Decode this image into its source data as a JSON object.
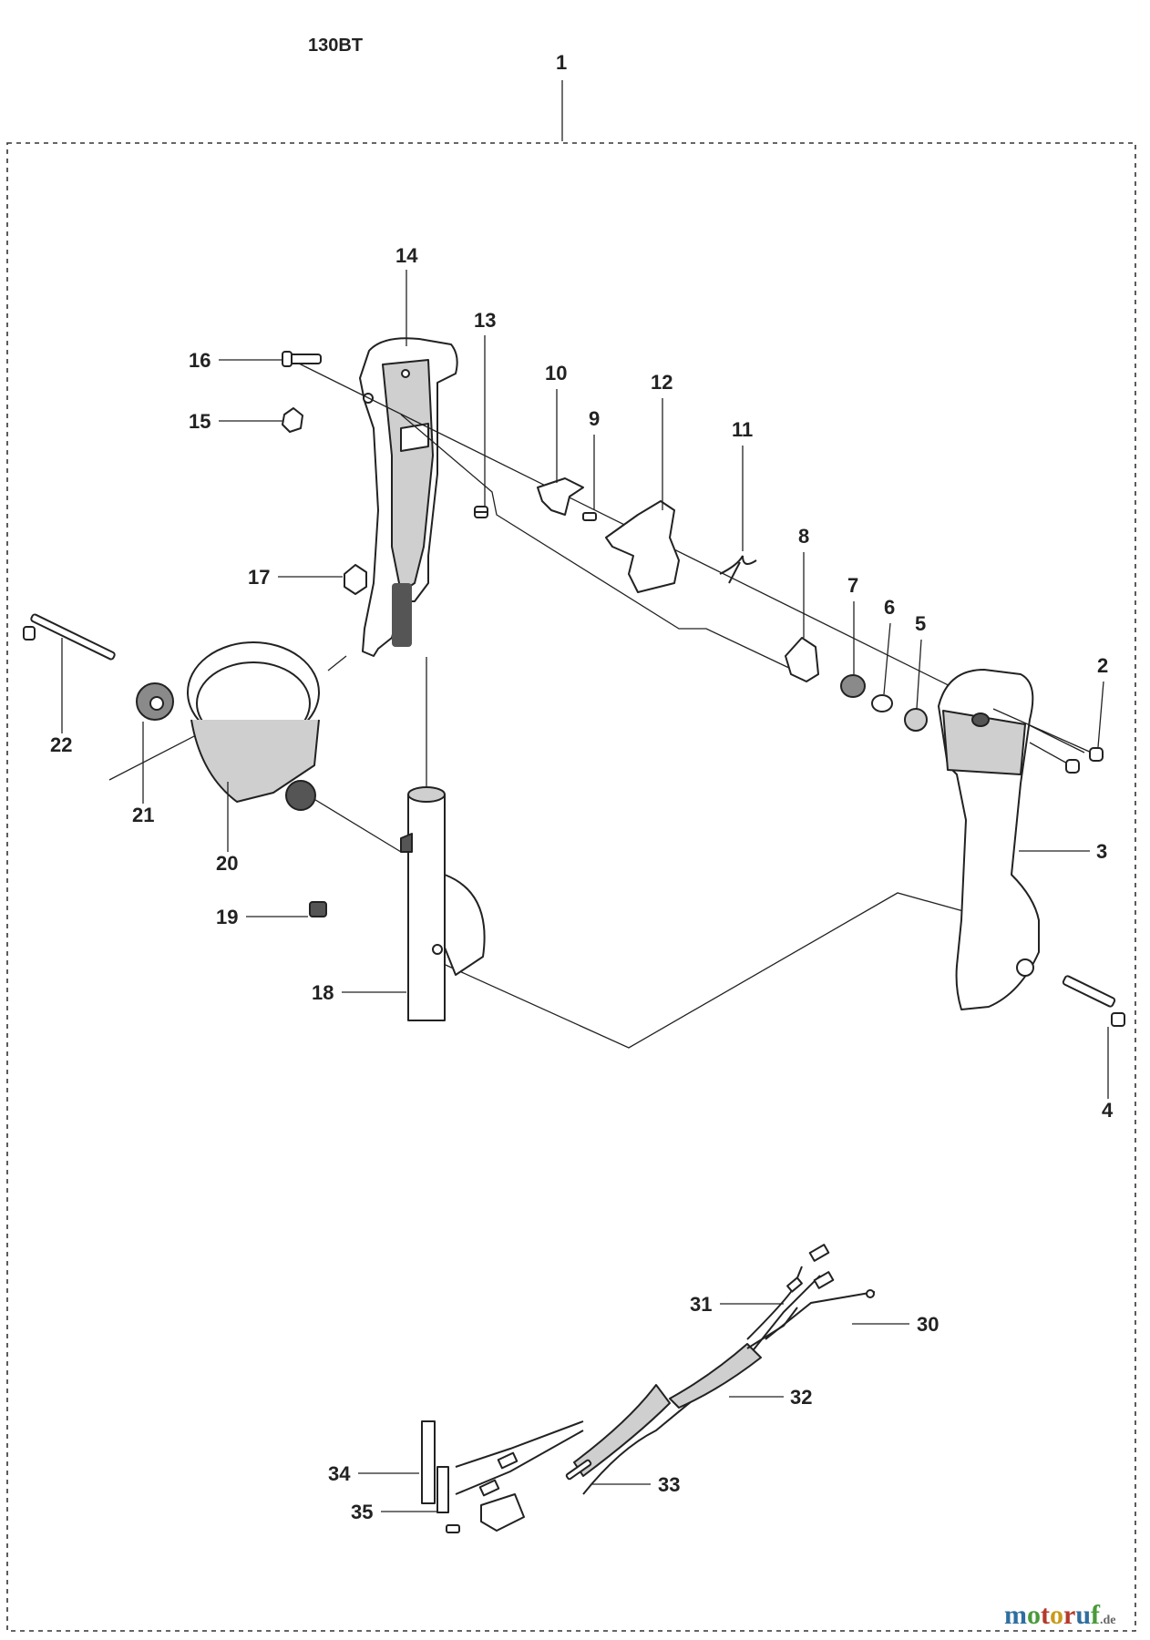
{
  "model": "130BT",
  "watermark": {
    "m": "m",
    "o1": "o",
    "t": "t",
    "o2": "o",
    "r": "r",
    "u": "u",
    "f": "f",
    "tld": ".de"
  },
  "callouts": [
    "1",
    "2",
    "3",
    "4",
    "5",
    "6",
    "7",
    "8",
    "9",
    "10",
    "11",
    "12",
    "13",
    "14",
    "15",
    "16",
    "17",
    "18",
    "19",
    "20",
    "21",
    "22",
    "30",
    "31",
    "32",
    "33",
    "34",
    "35"
  ],
  "colors": {
    "line": "#222222",
    "frame_dash": "#333333"
  }
}
